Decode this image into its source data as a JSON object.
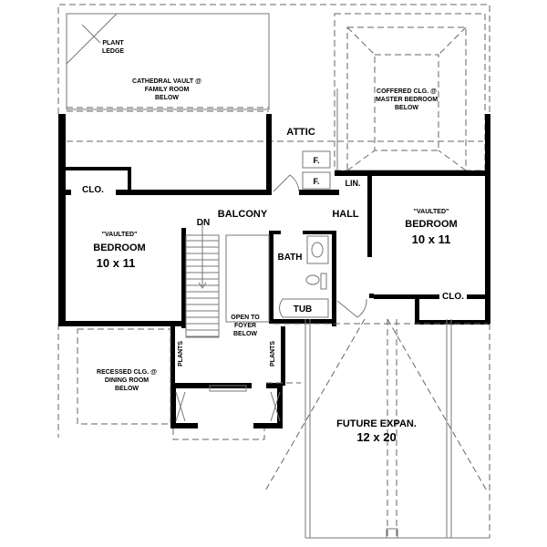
{
  "plan": {
    "plant_ledge": [
      "PLANT",
      "LEDGE"
    ],
    "family_vault": [
      "CATHEDRAL VAULT @",
      "FAMILY ROOM",
      "BELOW"
    ],
    "master_coffered": [
      "COFFERED CLG. @",
      "MASTER BEDROOM",
      "BELOW"
    ],
    "attic": "ATTIC",
    "furnace_1": "F.",
    "furnace_2": "F.",
    "linen": "LIN.",
    "closet_left": "CLO.",
    "closet_right": "CLO.",
    "balcony": "BALCONY",
    "hall": "HALL",
    "stairs_dn": "DN",
    "bedroom_left": {
      "note": "\"VAULTED\"",
      "name": "BEDROOM",
      "size": "10 x 11"
    },
    "bedroom_right": {
      "note": "\"VAULTED\"",
      "name": "BEDROOM",
      "size": "10 x 11"
    },
    "bath": "BATH",
    "tub": "TUB",
    "open_foyer": [
      "OPEN TO",
      "FOYER",
      "BELOW"
    ],
    "plants_left": "PLANTS",
    "plants_right": "PLANTS",
    "dining_recessed": [
      "RECESSED CLG. @",
      "DINING ROOM",
      "BELOW"
    ],
    "future": {
      "name": "FUTURE EXPAN.",
      "size": "12 x 20"
    }
  }
}
